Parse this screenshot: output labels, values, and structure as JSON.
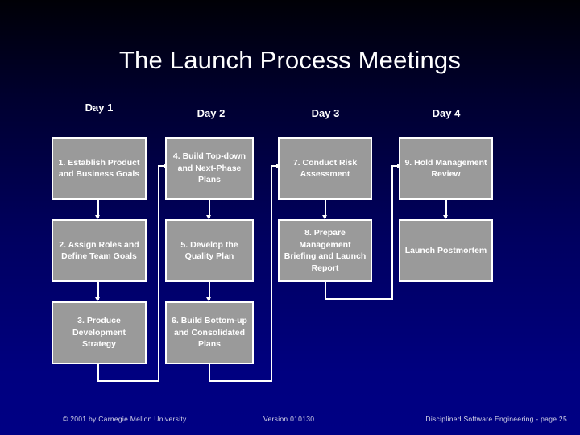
{
  "slide": {
    "title": "The Launch Process Meetings",
    "background_top_color": "#000006",
    "background_bottom_color": "#000080",
    "box_fill_color": "#9a9a9a",
    "box_border_color": "#ffffff",
    "text_color": "#ffffff"
  },
  "columns": [
    {
      "header": "Day 1"
    },
    {
      "header": "Day 2"
    },
    {
      "header": "Day 3"
    },
    {
      "header": "Day 4"
    }
  ],
  "boxes": [
    {
      "id": "step-1",
      "column": 1,
      "row": 1,
      "label": "1.  Establish Product and Business Goals"
    },
    {
      "id": "step-2",
      "column": 1,
      "row": 2,
      "label": "2.  Assign Roles and Define Team Goals"
    },
    {
      "id": "step-3",
      "column": 1,
      "row": 3,
      "label": "3.  Produce Development Strategy"
    },
    {
      "id": "step-4",
      "column": 2,
      "row": 1,
      "label": "4.  Build Top-down and Next-Phase Plans"
    },
    {
      "id": "step-5",
      "column": 2,
      "row": 2,
      "label": "5.  Develop the Quality Plan"
    },
    {
      "id": "step-6",
      "column": 2,
      "row": 3,
      "label": "6. Build Bottom-up and Consolidated Plans"
    },
    {
      "id": "step-7",
      "column": 3,
      "row": 1,
      "label": "7.  Conduct Risk Assessment"
    },
    {
      "id": "step-8",
      "column": 3,
      "row": 2,
      "label": "8.  Prepare Management Briefing and Launch Report"
    },
    {
      "id": "step-9",
      "column": 4,
      "row": 1,
      "label": "9.  Hold Management Review"
    },
    {
      "id": "step-10",
      "column": 4,
      "row": 2,
      "label": "Launch Postmortem"
    }
  ],
  "footer": {
    "copyright": "© 2001 by Carnegie Mellon University",
    "version": "Version 010130",
    "course": "Disciplined Software Engineering - page 25"
  }
}
